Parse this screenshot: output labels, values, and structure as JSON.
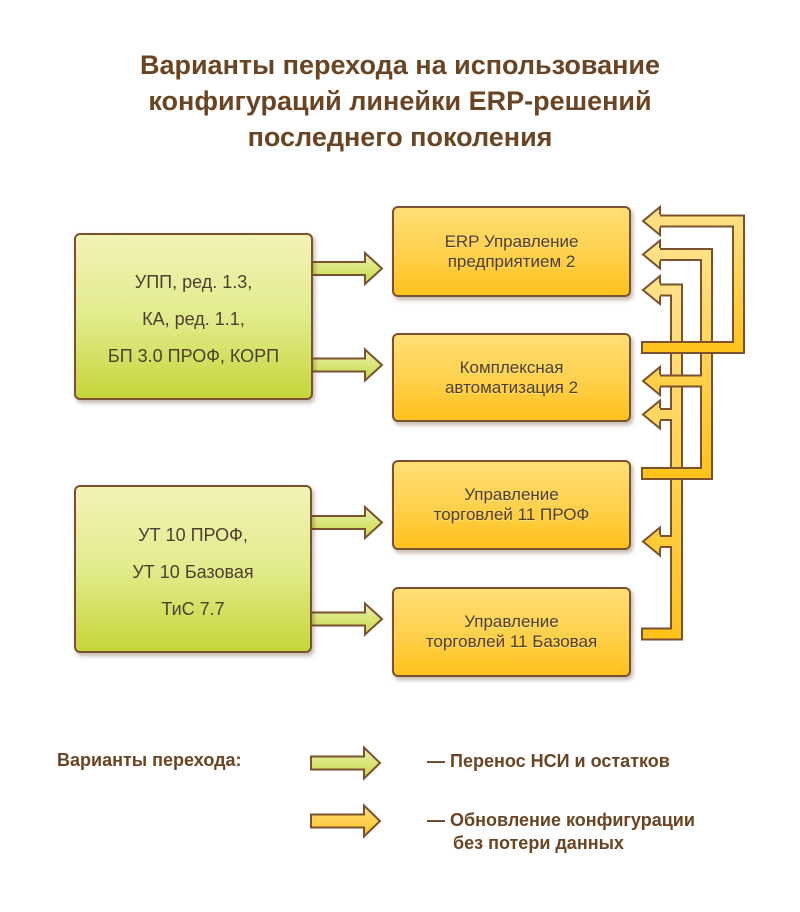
{
  "title": {
    "lines": [
      "Варианты перехода на использование",
      "конфигураций линейки ERP-решений",
      "последнего поколения"
    ]
  },
  "sources": [
    {
      "id": "src-1",
      "lines": [
        "УПП, ред. 1.3,",
        "КА, ред. 1.1,",
        "БП 3.0 ПРОФ, КОРП"
      ]
    },
    {
      "id": "src-2",
      "lines": [
        "УТ 10 ПРОФ,",
        "УТ 10 Базовая",
        "ТиС 7.7"
      ]
    }
  ],
  "targets": [
    {
      "id": "erp",
      "lines": [
        "ERP Управление",
        "предприятием 2"
      ]
    },
    {
      "id": "ka2",
      "lines": [
        "Комплексная",
        "автоматизация 2"
      ]
    },
    {
      "id": "ut11p",
      "lines": [
        "Управление",
        "торговлей 11 ПРОФ"
      ]
    },
    {
      "id": "ut11b",
      "lines": [
        "Управление",
        "торговлей 11 Базовая"
      ]
    }
  ],
  "edges": [
    {
      "from": "src-1",
      "to": "erp",
      "type": "transfer"
    },
    {
      "from": "src-1",
      "to": "ka2",
      "type": "transfer"
    },
    {
      "from": "src-2",
      "to": "ut11p",
      "type": "transfer"
    },
    {
      "from": "src-2",
      "to": "ut11b",
      "type": "transfer"
    },
    {
      "from": "ka2",
      "to": "erp",
      "type": "upgrade"
    },
    {
      "from": "ut11p",
      "to": "erp",
      "type": "upgrade"
    },
    {
      "from": "ut11p",
      "to": "ka2",
      "type": "upgrade"
    },
    {
      "from": "ut11b",
      "to": "erp",
      "type": "upgrade"
    },
    {
      "from": "ut11b",
      "to": "ka2",
      "type": "upgrade"
    },
    {
      "from": "ut11b",
      "to": "ut11p",
      "type": "upgrade"
    }
  ],
  "legend": {
    "heading": "Варианты перехода:",
    "items": [
      {
        "type": "transfer",
        "arrow_icon": "green-arrow-right",
        "lines": [
          "— Перенос НСИ и остатков"
        ]
      },
      {
        "type": "upgrade",
        "arrow_icon": "yellow-arrow-right",
        "lines": [
          "— Обновление конфигурации",
          "без потери данных"
        ]
      }
    ]
  },
  "colors": {
    "title": "#6b4423",
    "border": "#7a5230",
    "text": "#4e3f30",
    "green_top": "#f1f3b6",
    "green_bottom": "#c4d63a",
    "yellow_top": "#ffdf76",
    "yellow_bottom": "#ffc21c"
  }
}
